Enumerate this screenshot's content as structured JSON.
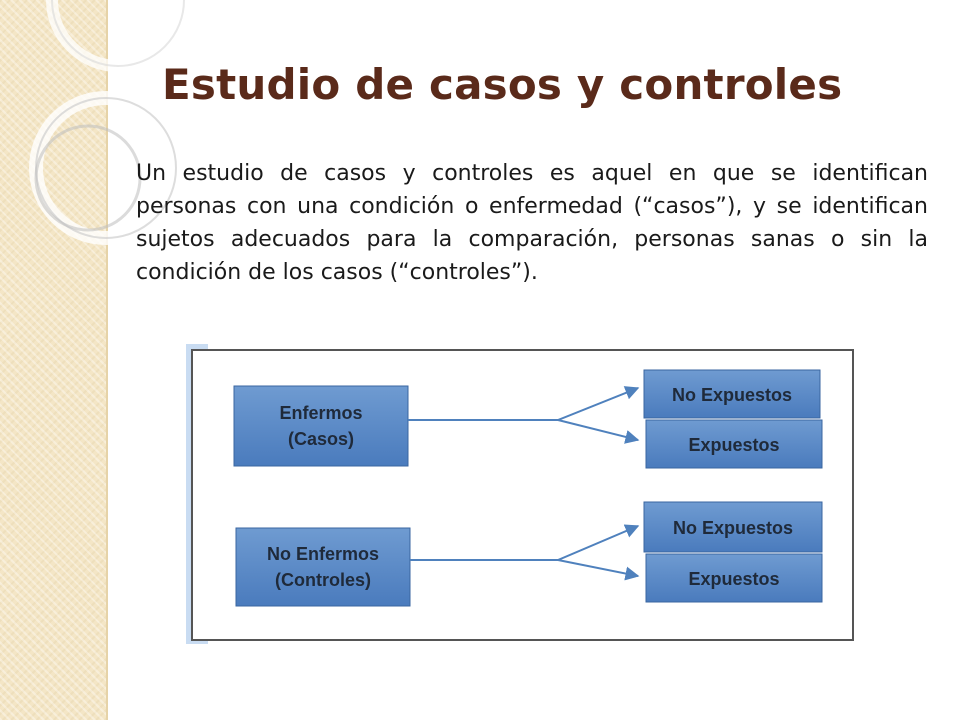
{
  "slide": {
    "title": "Estudio de casos y controles",
    "body": "Un estudio de casos y controles es aquel en que se identifican personas con una condición o enfermedad (“casos”), y se identifican sujetos adecuados para la comparación, personas sanas o sin la condición de los casos (“controles”)."
  },
  "diagram": {
    "groups": [
      {
        "line1": "Enfermos",
        "line2": "(Casos)",
        "outcomes": [
          "No Expuestos",
          "Expuestos"
        ]
      },
      {
        "line1": "No Enfermos",
        "line2": "(Controles)",
        "outcomes": [
          "No Expuestos",
          "Expuestos"
        ]
      }
    ]
  },
  "colors": {
    "title": "#5a2a1a",
    "box_fill": "#4f81bd",
    "box_text": "#1f2a3a",
    "connector": "#4f81bd",
    "side_band": "#f4e6c6"
  }
}
